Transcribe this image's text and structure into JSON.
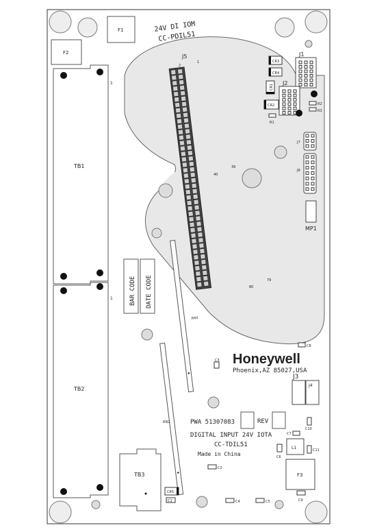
{
  "board": {
    "model_top": "24V DI IOM",
    "model_code_top": "CC-PDIL51",
    "brand": "Honeywell",
    "address": "Phoenix,AZ  85027,USA",
    "pwa": "PWA 51307083",
    "rev": "REV",
    "description": "DIGITAL INPUT 24V IOTA",
    "model_code_bottom": "CC-TDIL51",
    "origin": "Made in China",
    "bar_code": "BAR CODE",
    "date_code": "DATE CODE"
  },
  "components": {
    "F1": "F1",
    "F2": "F2",
    "F3": "F3",
    "TB1": "TB1",
    "TB2": "TB2",
    "TB3": "TB3",
    "J1": "J1",
    "J2": "J2",
    "J3": "J3",
    "J4": "J4",
    "J5": "J5",
    "J7": "J7",
    "J8": "J8",
    "CR1": "CR1",
    "CR2": "CR2",
    "CR3": "CR3",
    "CR4": "CR4",
    "CR5": "CR5",
    "R1": "R1",
    "R2": "R2",
    "R3": "R3",
    "C1": "C1",
    "C2": "C2",
    "C3": "C3",
    "C4": "C4",
    "C5": "C5",
    "C6": "C6",
    "C7": "C7",
    "C8": "C8",
    "C9": "C9",
    "C10": "C10",
    "C11": "C11",
    "L1": "L1",
    "MP1": "MP1",
    "RN1": "RN1",
    "RN2": "RN2"
  },
  "pin_labels": {
    "tb1_pin": "1",
    "tb2_pin": "1",
    "j5_p2": "2",
    "j5_p1": "1",
    "j5_p40": "40",
    "j5_p39": "39",
    "j5_p80": "80",
    "j5_p79": "79"
  }
}
